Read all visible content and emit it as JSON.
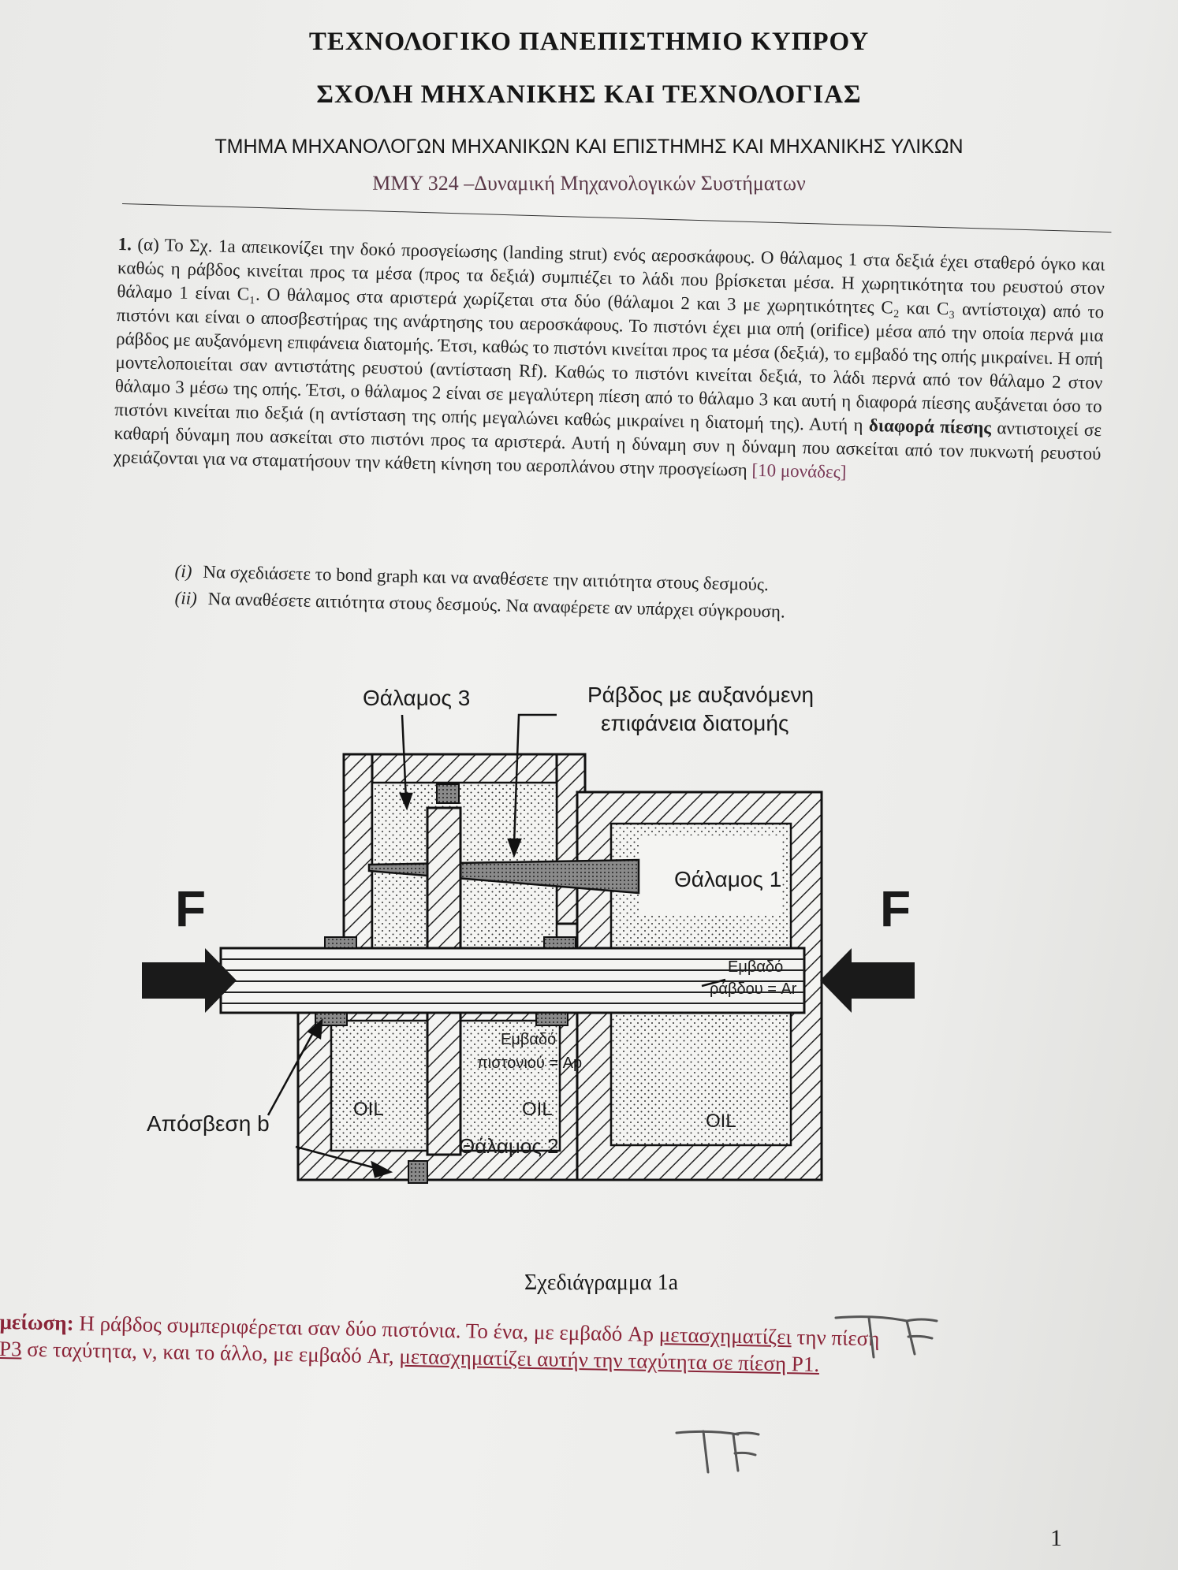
{
  "header": {
    "university": "ΤΕΧΝΟΛΟΓΙΚΟ ΠΑΝΕΠΙΣΤΗΜΙΟ ΚΥΠΡΟΥ",
    "school": "ΣΧΟΛΗ ΜΗΧΑΝΙΚΗΣ ΚΑΙ ΤΕΧΝΟΛΟΓΙΑΣ",
    "department": "ΤΜΗΜΑ ΜΗΧΑΝΟΛΟΓΩΝ ΜΗΧΑΝΙΚΩΝ ΚΑΙ ΕΠΙΣΤΗΜΗΣ ΚΑΙ ΜΗΧΑΝΙΚΗΣ ΥΛΙΚΩΝ",
    "course": "ΜΜΥ 324 –Δυναμική Μηχανολογικών Συστήματων"
  },
  "question": {
    "number": "1.",
    "text": "(α) Το Σχ. 1a απεικονίζει την δοκό προσγείωσης (landing strut) ενός αεροσκάφους. Ο θάλαμος 1 στα δεξιά έχει σταθερό όγκο και καθώς η ράβδος κινείται προς τα μέσα (προς τα δεξιά) συμπιέζει το λάδι που βρίσκεται μέσα. Η χωρητικότητα του ρευστού στον θάλαμο 1 είναι C₁. Ο θάλαμος στα αριστερά χωρίζεται στα δύο (θάλαμοι 2 και 3 με χωρητικότητες C₂ και C₃ αντίστοιχα) από το πιστόνι και είναι ο αποσβεστήρας της ανάρτησης του αεροσκάφους. Το πιστόνι έχει μια οπή (orifice) μέσα από την οποία περνά μια ράβδος με αυξανόμενη επιφάνεια διατομής. Έτσι, καθώς το πιστόνι κινείται προς τα μέσα (δεξιά), το εμβαδό της οπής μικραίνει. Η οπή μοντελοποιείται σαν αντιστάτης ρευστού (αντίσταση Rf). Καθώς το πιστόνι κινείται δεξιά, το λάδι περνά από τον θάλαμο 2 στον θάλαμο 3 μέσω της οπής. Έτσι, ο θάλαμος 2 είναι σε μεγαλύτερη πίεση από το θάλαμο 3 και αυτή η διαφορά πίεσης αυξάνεται όσο το πιστόνι κινείται πιο δεξιά (η αντίσταση της οπής μεγαλώνει καθώς μικραίνει η διατομή της). Αυτή η",
    "emphasis": "διαφορά πίεσης",
    "text_after": "αντιστοιχεί σε καθαρή δύναμη που ασκείται στο πιστόνι προς τα αριστερά. Αυτή η δύναμη συν η δύναμη που ασκείται από τον πυκνωτή ρευστού χρειάζονται για να σταματήσουν την κάθετη κίνηση του αεροπλάνου στην προσγείωση",
    "points": "[10 μονάδες]",
    "subs": [
      {
        "num": "(i)",
        "text": "Να σχεδιάσετε το bond graph και να αναθέσετε την αιτιότητα στους δεσμούς."
      },
      {
        "num": "(ii)",
        "text": "Να αναθέσετε αιτιότητα στους δεσμούς. Να αναφέρετε αν υπάρχει σύγκρουση."
      }
    ]
  },
  "figure": {
    "label_chamber3": "Θάλαμος 3",
    "label_rod_line1": "Ράβδος με αυξανόμενη",
    "label_rod_line2": "επιφάνεια διατομής",
    "label_chamber1": "Θάλαμος 1",
    "label_chamber2": "Θάλαμος 2",
    "force_left": "F",
    "force_right": "F",
    "rod_area_line1": "Εμβαδό",
    "rod_area_line2": "ράβδου = Ar",
    "piston_area_line1": "Εμβαδό",
    "piston_area_line2": "πιστονιού = Ap",
    "damping": "Απόσβεση b",
    "oil_left": "OIL",
    "oil_mid": "OIL",
    "oil_right": "OIL",
    "caption": "Σχεδιάγραμμα 1a"
  },
  "note": {
    "label": "μείωση:",
    "line1": "Η ράβδος συμπεριφέρεται σαν δύο πιστόνια. Το ένα, με εμβαδό Ap",
    "line1_ul": "μετασχηματίζει",
    "line1_end": "την πίεση",
    "line2_ul_start": "P3",
    "line2": "σε ταχύτητα, ν, και το άλλο, με εμβαδό Ar,",
    "line2_ul": "μετασχηματίζει αυτήν την ταχύτητα σε πίεση P1."
  },
  "handwriting": [
    "TF",
    "TF"
  ],
  "page_number": "1"
}
